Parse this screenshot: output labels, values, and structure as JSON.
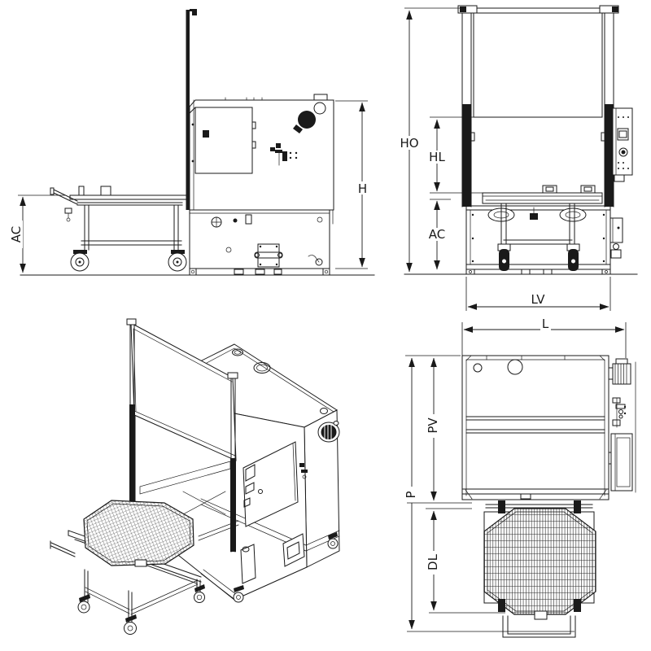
{
  "drawing": {
    "views": {
      "side_elevation": {
        "labels": {
          "ac": "AC",
          "h": "H"
        }
      },
      "front_elevation": {
        "labels": {
          "ho": "HO",
          "hl": "HL",
          "ac": "AC",
          "lv": "LV"
        }
      },
      "isometric": {
        "labels": {}
      },
      "top_plan": {
        "labels": {
          "l": "L",
          "p": "P",
          "pv": "PV",
          "dl": "DL"
        }
      }
    },
    "colors": {
      "line": "#1a1a1a",
      "background": "#ffffff"
    }
  }
}
